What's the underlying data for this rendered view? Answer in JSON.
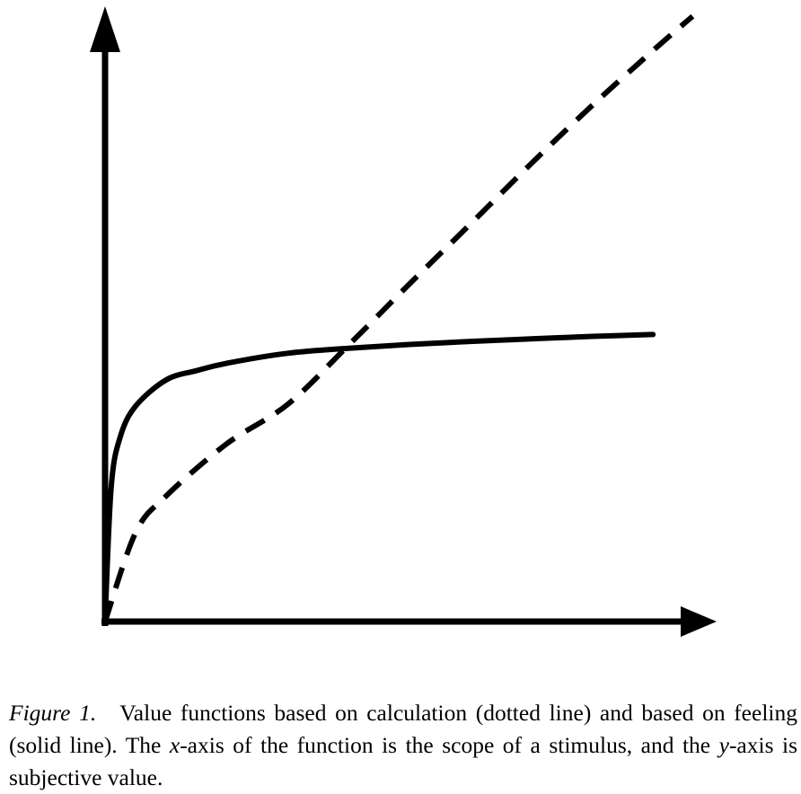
{
  "chart_data": {
    "type": "line",
    "title": "",
    "xlabel": "",
    "ylabel": "",
    "xlim": [
      0,
      10
    ],
    "ylim": [
      0,
      9.5
    ],
    "grid": false,
    "legend": "none",
    "axis_color": "#000000",
    "series": [
      {
        "style": "dashed",
        "color": "#000000",
        "x": [
          0,
          0.5,
          1,
          2,
          3,
          4,
          5,
          6,
          7,
          8,
          9,
          9.65
        ],
        "y": [
          0,
          1.42,
          2.01,
          2.85,
          3.48,
          4.43,
          5.41,
          6.37,
          7.34,
          8.27,
          9.15,
          9.7
        ]
      },
      {
        "style": "solid",
        "color": "#000000",
        "x": [
          0,
          0.1,
          0.25,
          0.5,
          1,
          1.5,
          2,
          3,
          4,
          5,
          6,
          7,
          8,
          9
        ],
        "y": [
          0,
          2.15,
          2.96,
          3.45,
          3.87,
          4.02,
          4.14,
          4.3,
          4.38,
          4.44,
          4.49,
          4.53,
          4.57,
          4.6
        ]
      }
    ]
  },
  "caption": {
    "label": "Figure 1.",
    "part1": "Value functions based on calculation (dotted line) and based on feeling (solid line). The ",
    "x_var": "x",
    "part2": "-axis of the function is the scope of a stimulus, and the ",
    "y_var": "y",
    "part3": "-axis is subjective value."
  }
}
